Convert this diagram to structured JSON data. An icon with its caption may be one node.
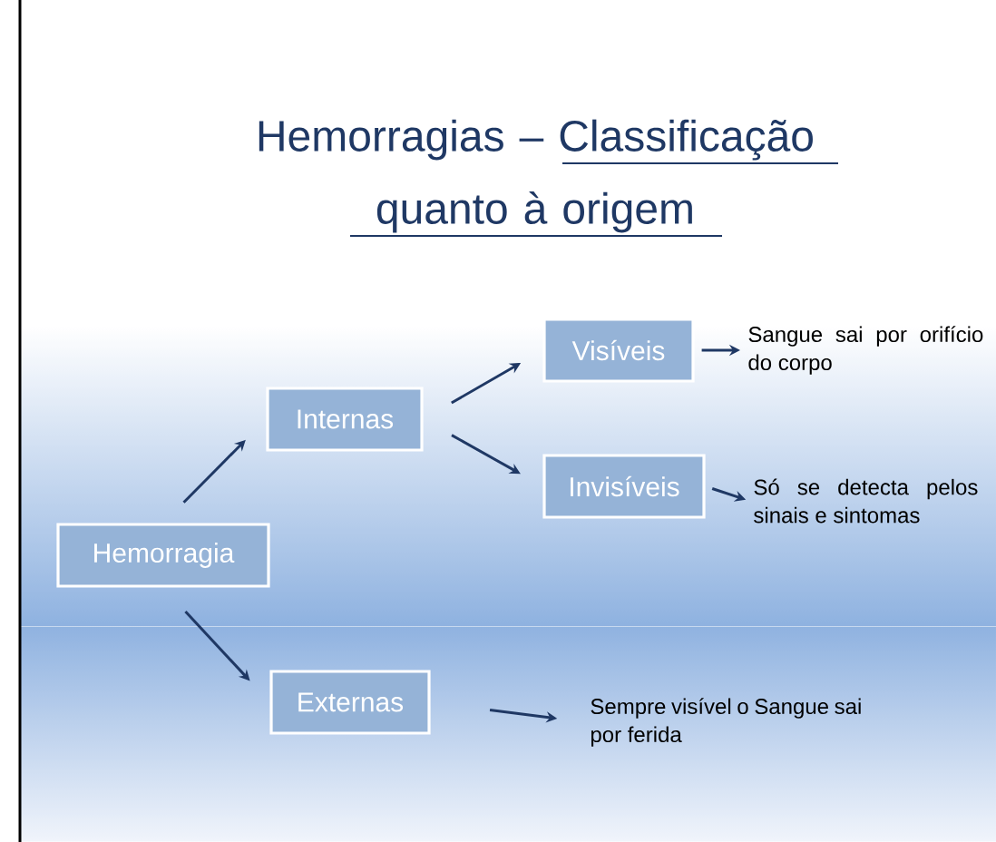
{
  "diagram": {
    "title": "Hemorragias – Classificação quanto à origem",
    "nodes": [
      {
        "text": [
          "Hemorragia"
        ]
      },
      {
        "text": [
          "Internas"
        ]
      },
      {
        "text": [
          "Visíveis"
        ]
      },
      {
        "text": [
          "Invisíveis"
        ]
      },
      {
        "text": [
          "Externas"
        ]
      },
      {
        "text": [
          "Sangue sai por orifício do corpo"
        ]
      },
      {
        "text": [
          "Só se detecta pelos sinais e sintomas"
        ]
      },
      {
        "text": [
          "Sempre visível o Sangue sai por ferida"
        ]
      }
    ],
    "edges": [
      {
        "from": 0,
        "to": 1,
        "arrow": "to"
      },
      {
        "from": 1,
        "to": 2,
        "arrow": "to"
      },
      {
        "from": 1,
        "to": 3,
        "arrow": "to"
      },
      {
        "from": 2,
        "to": 5,
        "arrow": "to"
      },
      {
        "from": 3,
        "to": 6,
        "arrow": "to"
      },
      {
        "from": 0,
        "to": 4,
        "arrow": "to"
      },
      {
        "from": 4,
        "to": 7,
        "arrow": "to"
      }
    ]
  }
}
